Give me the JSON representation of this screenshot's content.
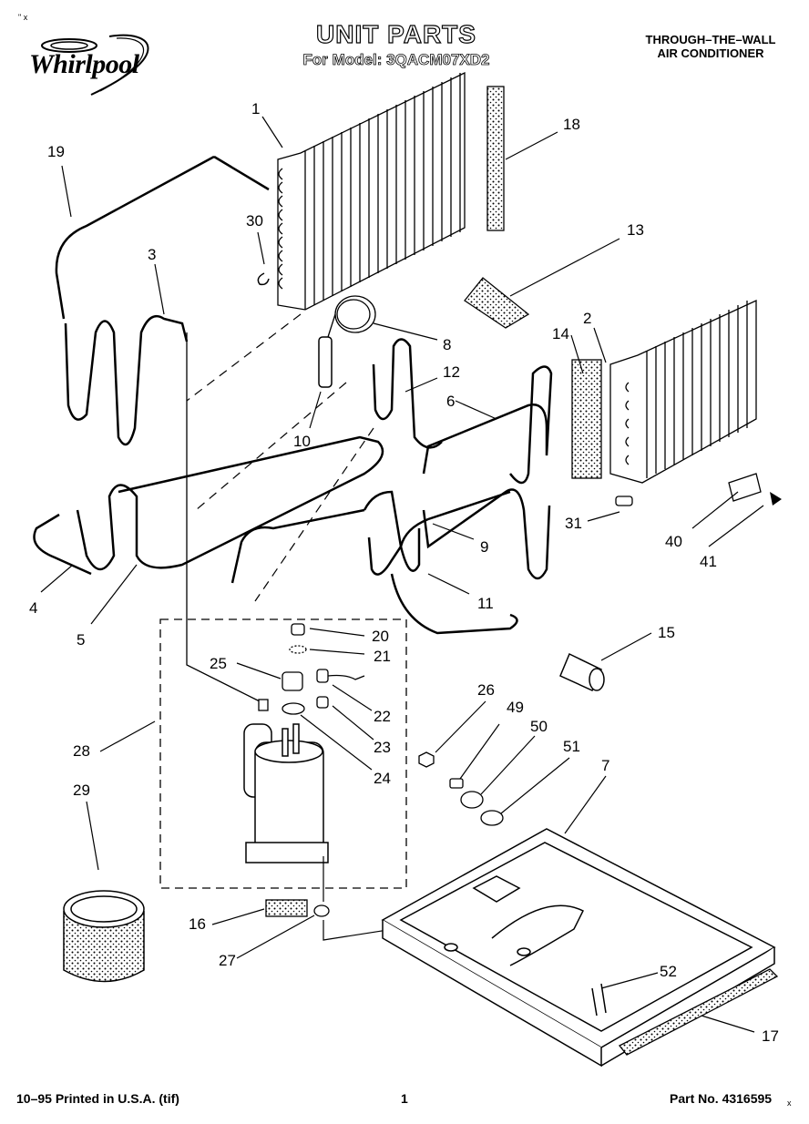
{
  "header": {
    "brand": "Whirlpool",
    "title": "UNIT PARTS",
    "model_line": "For Model: 3QACM07XD2",
    "product_line1": "THROUGH–THE–WALL",
    "product_line2": "AIR CONDITIONER",
    "corner_mark": "\" x"
  },
  "callouts": [
    "1",
    "2",
    "3",
    "4",
    "5",
    "6",
    "7",
    "8",
    "9",
    "10",
    "11",
    "12",
    "13",
    "14",
    "15",
    "16",
    "17",
    "18",
    "19",
    "20",
    "21",
    "22",
    "23",
    "24",
    "25",
    "26",
    "27",
    "28",
    "29",
    "30",
    "31",
    "40",
    "41",
    "49",
    "50",
    "51",
    "52"
  ],
  "footer": {
    "print_info": "10–95 Printed in U.S.A. (tif)",
    "page_number": "1",
    "part_number": "Part No. 4316595",
    "corner_mark": "x"
  }
}
